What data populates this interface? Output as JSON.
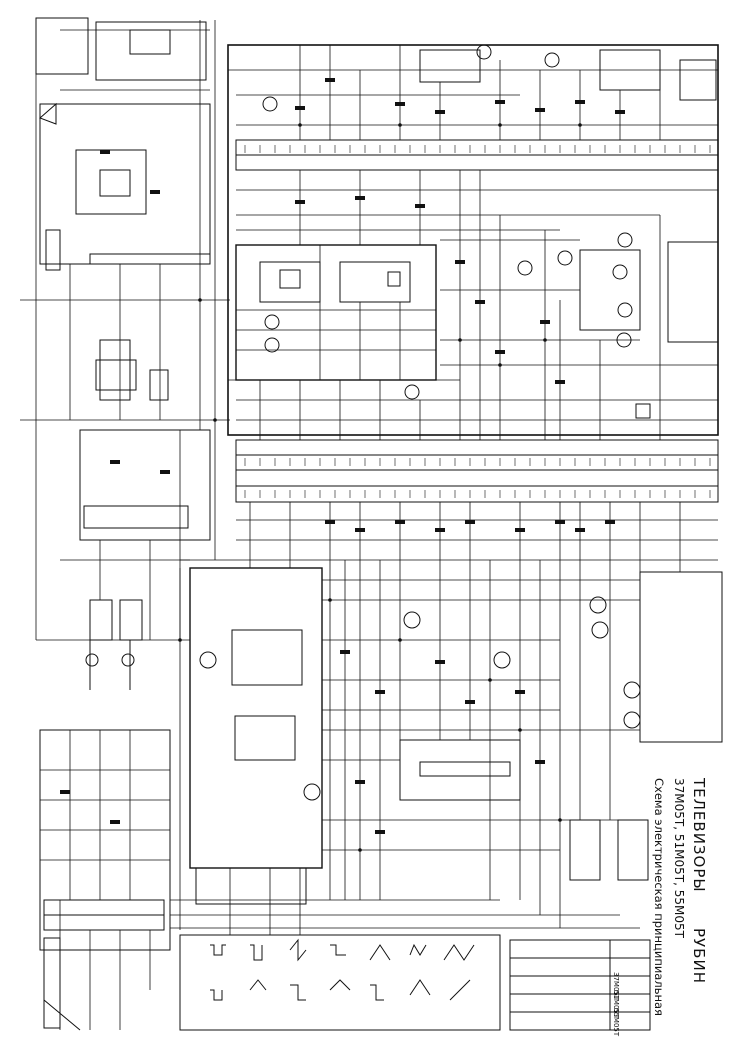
{
  "title": {
    "line1_a": "ТЕЛЕВИЗОРЫ",
    "line1_b": "РУБИН",
    "line2": "37М05Т, 51М05Т, 55М05Т",
    "line3": "Схема электрическая принципиальная"
  },
  "model_table": [
    "37М05Т",
    "51М05Т",
    "55М05Т"
  ],
  "colors": {
    "ink": "#111111",
    "paper": "#ffffff"
  }
}
